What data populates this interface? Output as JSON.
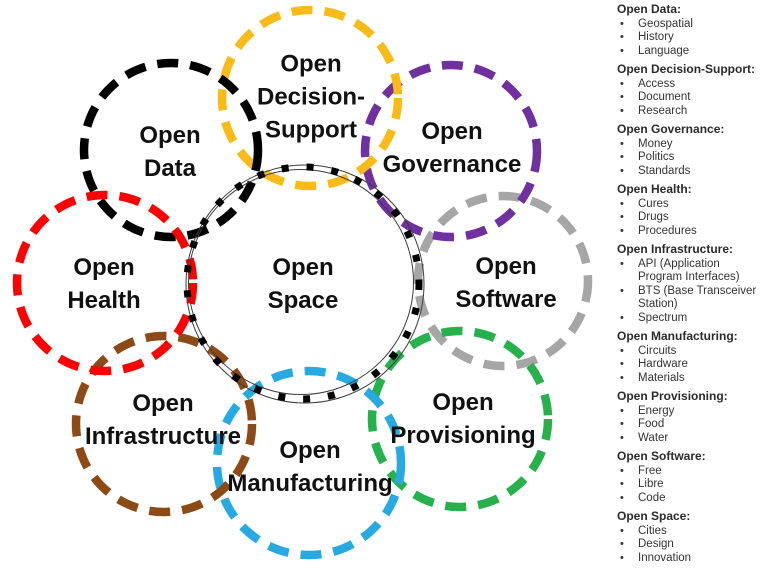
{
  "diagram": {
    "center": {
      "label": "Open\nSpace",
      "ring_color": "#000000",
      "thin_ring_color": "#3c3c3c"
    },
    "circles": [
      {
        "id": "open-data",
        "label": "Open\nData",
        "color": "#000000"
      },
      {
        "id": "open-decision-support",
        "label": "Open\nDecision-\nSupport",
        "color": "#FABB18"
      },
      {
        "id": "open-governance",
        "label": "Open\nGovernance",
        "color": "#7030A0"
      },
      {
        "id": "open-software",
        "label": "Open\nSoftware",
        "color": "#A6A6A6"
      },
      {
        "id": "open-provisioning",
        "label": "Open\nProvisioning",
        "color": "#26B14C"
      },
      {
        "id": "open-manufacturing",
        "label": "Open\nManufacturing",
        "color": "#27AAE1"
      },
      {
        "id": "open-infrastructure",
        "label": "Open\nInfrastructure",
        "color": "#8C4A17"
      },
      {
        "id": "open-health",
        "label": "Open\nHealth",
        "color": "#FF0000"
      }
    ]
  },
  "sidebar": {
    "bullet": "•",
    "sections": [
      {
        "title": "Open Data:",
        "items": [
          "Geospatial",
          "History",
          "Language"
        ]
      },
      {
        "title": "Open Decision-Support:",
        "items": [
          "Access",
          "Document",
          "Research"
        ]
      },
      {
        "title": "Open Governance:",
        "items": [
          "Money",
          "Politics",
          "Standards"
        ]
      },
      {
        "title": "Open Health:",
        "items": [
          "Cures",
          "Drugs",
          "Procedures"
        ]
      },
      {
        "title": "Open Infrastructure:",
        "items": [
          "API (Application Program Interfaces)",
          "BTS (Base Transceiver Station)",
          "Spectrum"
        ]
      },
      {
        "title": "Open Manufacturing:",
        "items": [
          "Circuits",
          "Hardware",
          "Materials"
        ]
      },
      {
        "title": "Open Provisioning:",
        "items": [
          "Energy",
          "Food",
          "Water"
        ]
      },
      {
        "title": "Open Software:",
        "items": [
          "Free",
          "Libre",
          "Code"
        ]
      },
      {
        "title": "Open Space:",
        "items": [
          "Cities",
          "Design",
          "Innovation"
        ]
      }
    ]
  }
}
